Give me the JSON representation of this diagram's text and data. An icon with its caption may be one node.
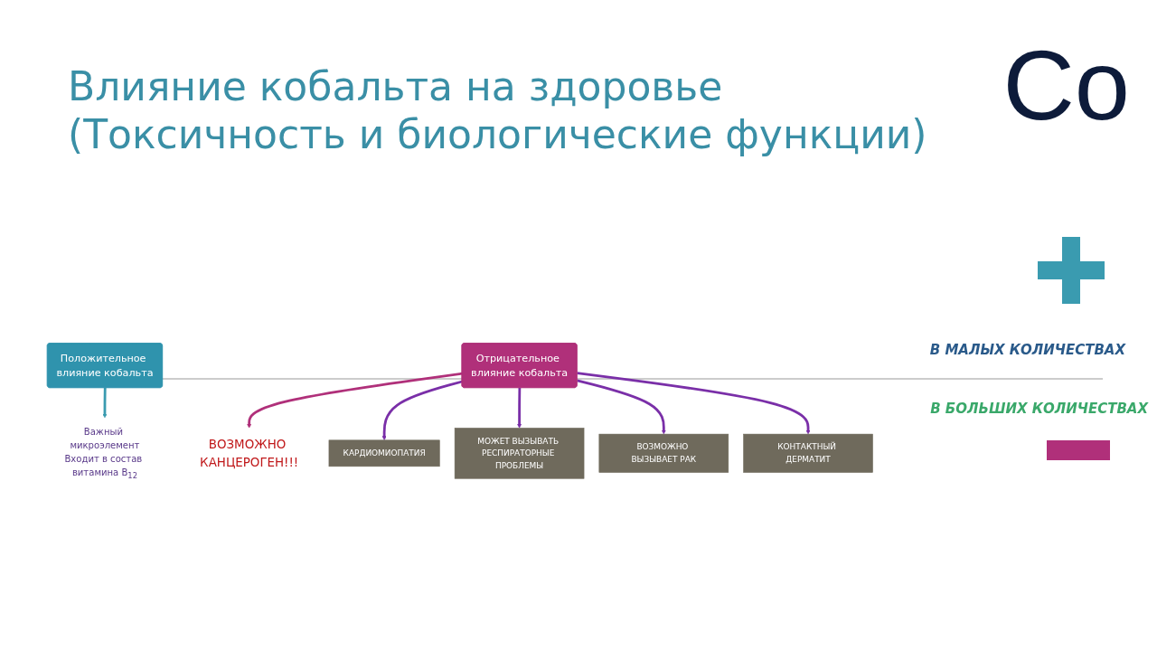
{
  "diagram": {
    "title": "Влияние кобальта на здоровье (Токсичность и биологические функции)",
    "nodes": [
      {
        "text": [
          "Положительное влияние кобальта"
        ]
      },
      {
        "text": [
          "Важный микроэлемент",
          "Входит в состав витамина B$_{12}$"
        ]
      },
      {
        "text": [
          "Отрицательное влияние кобальта"
        ]
      },
      {
        "text": [
          "ВОЗМОЖНО КАНЦЕРОГЕН!!!"
        ]
      },
      {
        "text": [
          "КАРДИОМИОПАТИЯ"
        ]
      },
      {
        "text": [
          "МОЖЕТ ВЫЗЫВАТЬ РЕСПИРАТОРНЫЕ ПРОБЛЕМЫ"
        ]
      },
      {
        "text": [
          "ВОЗМОЖНО ВЫЗЫВАЕТ РАК"
        ]
      },
      {
        "text": [
          "КОНТАКТНЫЙ ДЕРМАТИТ"
        ]
      }
    ],
    "edges": [
      {
        "from": 0,
        "to": 1,
        "arrow": "to",
        "color": "#3a9bb0"
      },
      {
        "from": 2,
        "to": 3,
        "arrow": "to",
        "color": "#b0307a"
      },
      {
        "from": 2,
        "to": 4,
        "arrow": "to"
      },
      {
        "from": 2,
        "to": 5,
        "arrow": "to"
      },
      {
        "from": 2,
        "to": 6,
        "arrow": "to"
      },
      {
        "from": 2,
        "to": 7,
        "arrow": "to"
      }
    ],
    "labels": [
      "Co",
      "В МАЛЫХ КОЛИЧЕСТВАХ",
      "В БОЛЬШИХ КОЛИЧЕСТВАХ"
    ]
  }
}
